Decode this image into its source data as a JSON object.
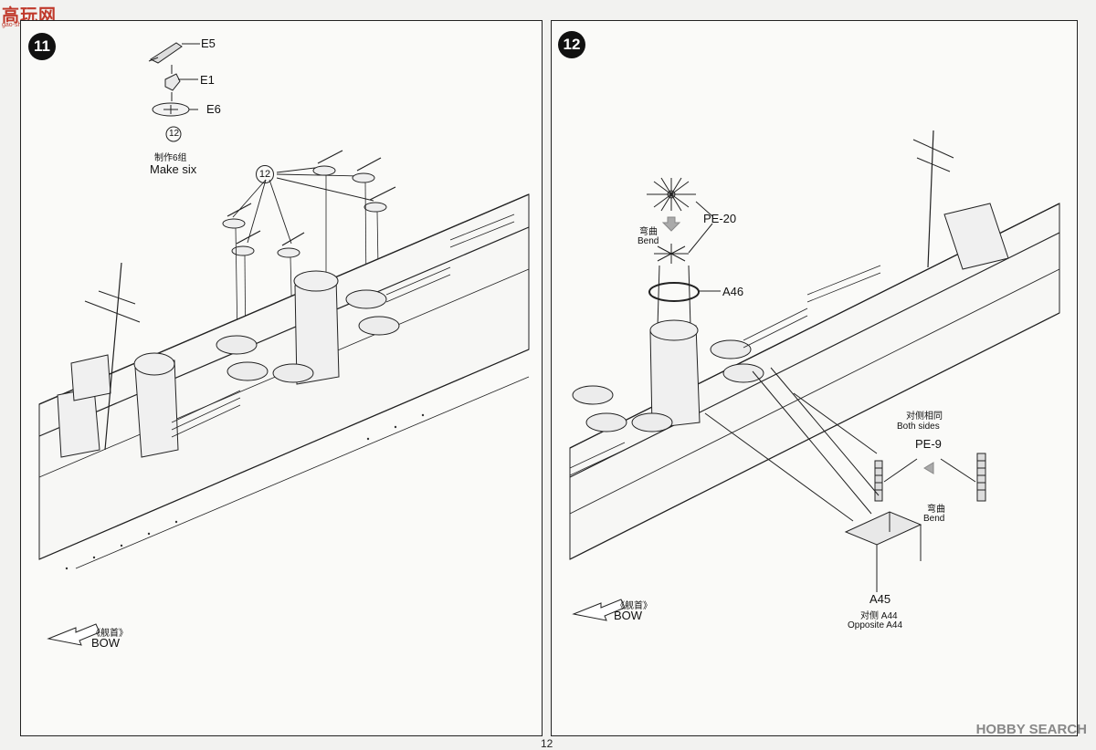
{
  "site_logo": {
    "text": "高玩网",
    "sub": "gao-shou.com"
  },
  "step11": {
    "badge": "11",
    "parts": {
      "e5": "E5",
      "e1": "E1",
      "e6": "E6"
    },
    "sub_ref": "12",
    "make_cn": "制作6组",
    "make_en": "Make six",
    "ref_label": "12",
    "bow_cn": "《舰首》",
    "bow_en": "BOW"
  },
  "step12": {
    "badge": "12",
    "pe20": "PE-20",
    "bend1_cn": "弯曲",
    "bend1_en": "Bend",
    "a46": "A46",
    "both_cn": "对侧相同",
    "both_en": "Both sides",
    "pe9": "PE-9",
    "bend2_cn": "弯曲",
    "bend2_en": "Bend",
    "a45": "A45",
    "opp_cn": "对侧 A44",
    "opp_en": "Opposite A44",
    "bow_cn": "《舰首》",
    "bow_en": "BOW"
  },
  "page_number": "12",
  "watermark": "HOBBY SEARCH"
}
